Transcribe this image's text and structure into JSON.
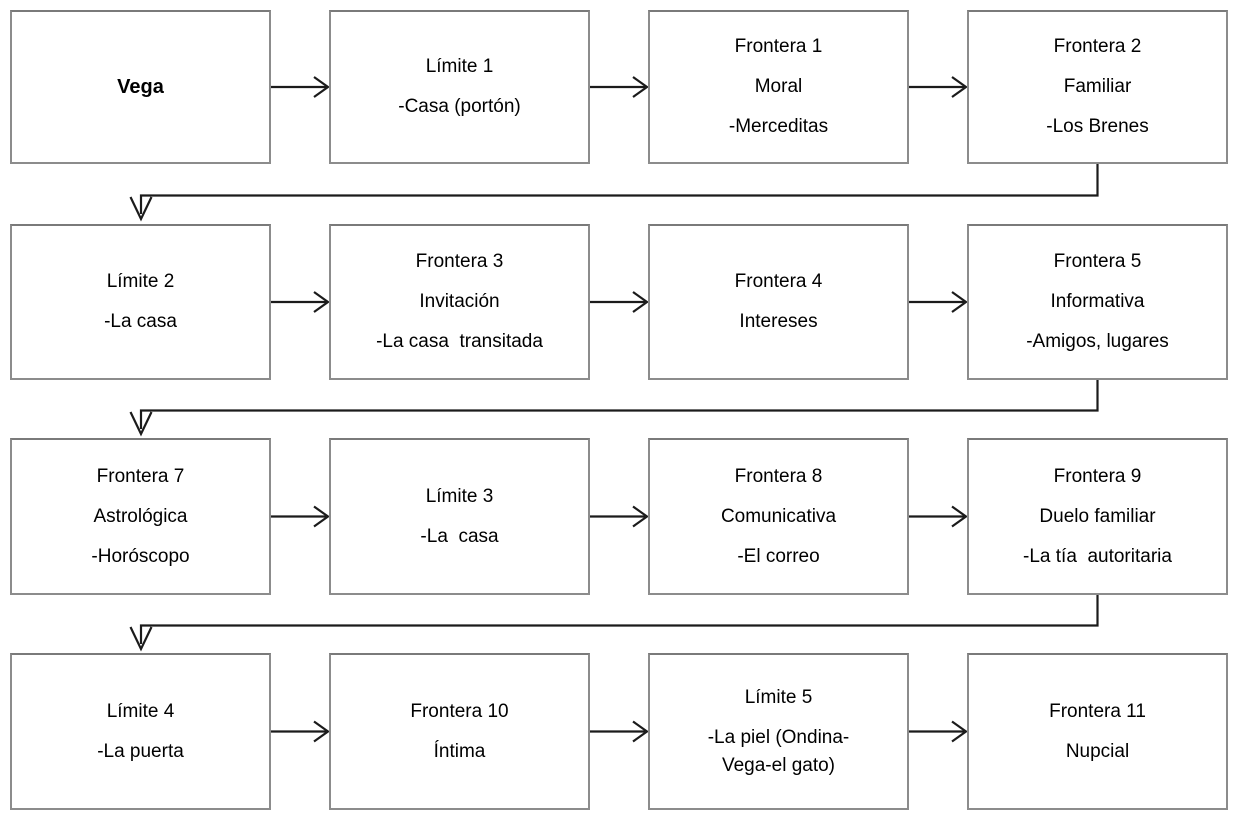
{
  "diagram": {
    "type": "flowchart",
    "colors": {
      "background": "#ffffff",
      "box_fill": "#ffffff",
      "box_border": "#8c8c8c",
      "connector": "#1b1b1b",
      "text": "#000000"
    },
    "rows": [
      {
        "boxes": [
          {
            "name": "vega",
            "emphasis": "bold",
            "paragraphs": [
              "Vega"
            ]
          },
          {
            "name": "limite-1",
            "paragraphs": [
              "Límite 1",
              "-Casa (portón)"
            ]
          },
          {
            "name": "frontera-1",
            "paragraphs": [
              "Frontera 1",
              "Moral",
              "-Merceditas"
            ]
          },
          {
            "name": "frontera-2",
            "paragraphs": [
              "Frontera 2",
              "Familiar",
              "-Los Brenes"
            ]
          }
        ]
      },
      {
        "boxes": [
          {
            "name": "limite-2",
            "paragraphs": [
              "Límite 2",
              "-La casa"
            ]
          },
          {
            "name": "frontera-3",
            "paragraphs": [
              "Frontera 3",
              "Invitación",
              "-La casa  transitada"
            ]
          },
          {
            "name": "frontera-4",
            "paragraphs": [
              "Frontera 4",
              "Intereses"
            ]
          },
          {
            "name": "frontera-5",
            "paragraphs": [
              "Frontera 5",
              "Informativa",
              "-Amigos, lugares"
            ]
          }
        ]
      },
      {
        "boxes": [
          {
            "name": "frontera-7",
            "paragraphs": [
              "Frontera 7",
              "Astrológica",
              "-Horóscopo"
            ]
          },
          {
            "name": "limite-3",
            "paragraphs": [
              "Límite 3",
              "-La  casa"
            ]
          },
          {
            "name": "frontera-8",
            "paragraphs": [
              "Frontera 8",
              "Comunicativa",
              "-El correo"
            ]
          },
          {
            "name": "frontera-9",
            "paragraphs": [
              "Frontera 9",
              "Duelo familiar",
              "-La tía  autoritaria"
            ]
          }
        ]
      },
      {
        "boxes": [
          {
            "name": "limite-4",
            "paragraphs": [
              "Límite 4",
              "-La puerta"
            ]
          },
          {
            "name": "frontera-10",
            "paragraphs": [
              "Frontera 10",
              "Íntima"
            ]
          },
          {
            "name": "limite-5",
            "paragraphs": [
              "Límite 5",
              "-La piel (Ondina-\nVega-el gato)"
            ]
          },
          {
            "name": "frontera-11",
            "paragraphs": [
              "Frontera 11",
              "Nupcial"
            ]
          }
        ]
      }
    ]
  }
}
